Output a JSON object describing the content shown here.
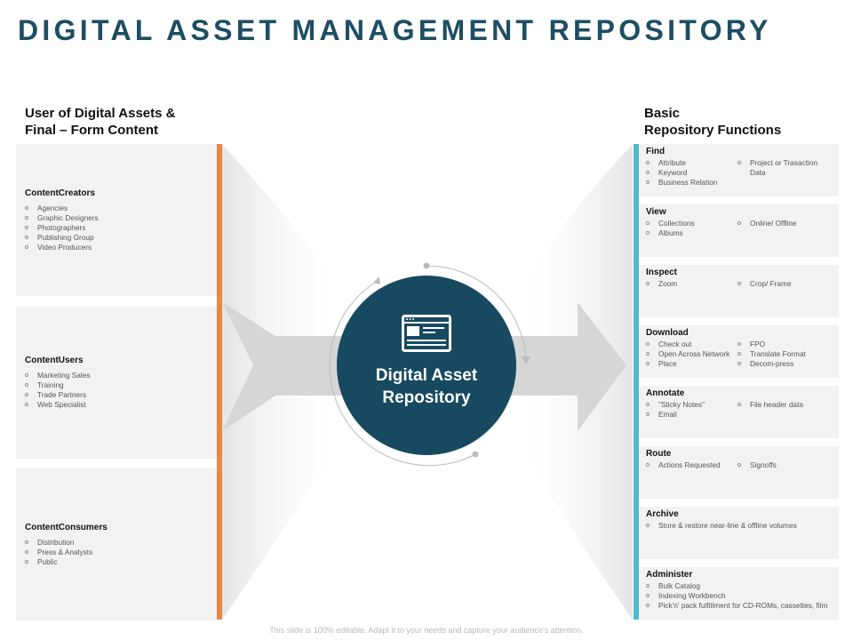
{
  "title": "DIGITAL ASSET MANAGEMENT REPOSITORY",
  "left": {
    "heading_line1": "User of Digital Assets &",
    "heading_line2": "Final – Form Content",
    "groups": [
      {
        "title": "ContentCreators",
        "items": [
          "Agencies",
          "Graphic Designers",
          "Photographers",
          "Publishing Group",
          "Video Producers"
        ]
      },
      {
        "title": "ContentUsers",
        "items": [
          "Marketing Sales",
          "Training",
          "Trade Partners",
          "Web Specialist"
        ]
      },
      {
        "title": "ContentConsumers",
        "items": [
          "Distribution",
          "Press & Analysts",
          "Public"
        ]
      }
    ]
  },
  "center": {
    "label_line1": "Digital Asset",
    "label_line2": "Repository",
    "icon": "browser-window-icon",
    "color": "#174a60"
  },
  "right": {
    "heading_line1": "Basic",
    "heading_line2": "Repository Functions",
    "functions": [
      {
        "title": "Find",
        "col1": [
          "Attribute",
          "Keyword",
          "Business Relation"
        ],
        "col2": [
          "Project or Trasaction Data"
        ]
      },
      {
        "title": "View",
        "col1": [
          "Collections",
          "Albums"
        ],
        "col2": [
          "Online/ Offline"
        ]
      },
      {
        "title": "Inspect",
        "col1": [
          "Zoom"
        ],
        "col2": [
          "Crop/ Frame"
        ]
      },
      {
        "title": "Download",
        "col1": [
          "Check out",
          "Open Across Network",
          "Place"
        ],
        "col2": [
          "FPO",
          "Translate Format",
          "Decom-press"
        ]
      },
      {
        "title": "Annotate",
        "col1": [
          "\"Sticky Notes\"",
          "Email"
        ],
        "col2": [
          "File header data"
        ]
      },
      {
        "title": "Route",
        "col1": [
          "Actions Requested"
        ],
        "col2": [
          "Signoffs"
        ]
      },
      {
        "title": "Archive",
        "col1": [
          "Store & restore near-line & offline volumes"
        ],
        "col2": []
      },
      {
        "title": "Administer",
        "col1": [
          "Bulk Catalog",
          "Indexing Workbench",
          "Pick'n' pack fulfillment for CD-ROMs, cassettes, film"
        ],
        "col2": []
      }
    ]
  },
  "colors": {
    "title": "#1d4e63",
    "left_bar": "#e8874a",
    "right_bar": "#4bbccc",
    "box": "#f2f2f2"
  },
  "footer": "This slide is 100% editable. Adapt it to your needs and capture your audience's attention."
}
